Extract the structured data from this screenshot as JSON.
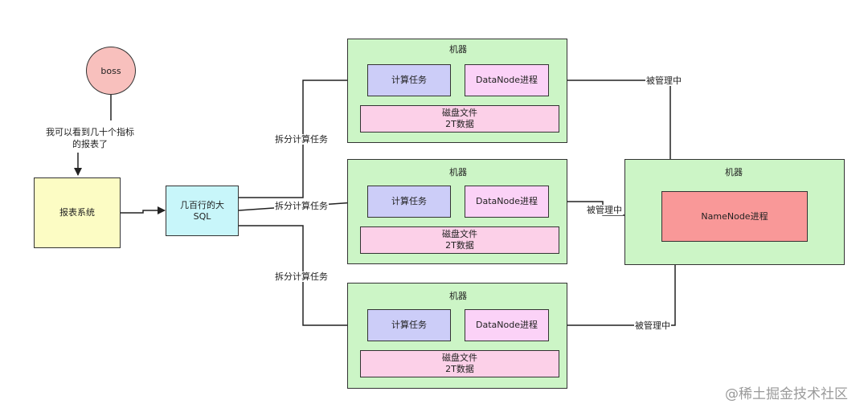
{
  "boss": {
    "label": "boss"
  },
  "boss_caption": {
    "line1": "我可以看到几十个指标",
    "line2": "的报表了"
  },
  "report_system": {
    "label": "报表系统"
  },
  "sql": {
    "line1": "几百行的大",
    "line2": "SQL"
  },
  "split_label": "拆分计算任务",
  "managed_label": "被管理中",
  "machines": [
    {
      "title": "机器",
      "compute": "计算任务",
      "datanode": "DataNode进程",
      "disk_line1": "磁盘文件",
      "disk_line2": "2T数据"
    },
    {
      "title": "机器",
      "compute": "计算任务",
      "datanode": "DataNode进程",
      "disk_line1": "磁盘文件",
      "disk_line2": "2T数据"
    },
    {
      "title": "机器",
      "compute": "计算任务",
      "datanode": "DataNode进程",
      "disk_line1": "磁盘文件",
      "disk_line2": "2T数据"
    }
  ],
  "namenode_machine": {
    "title": "机器",
    "namenode": "NameNode进程"
  },
  "watermark": "@稀土掘金技术社区"
}
